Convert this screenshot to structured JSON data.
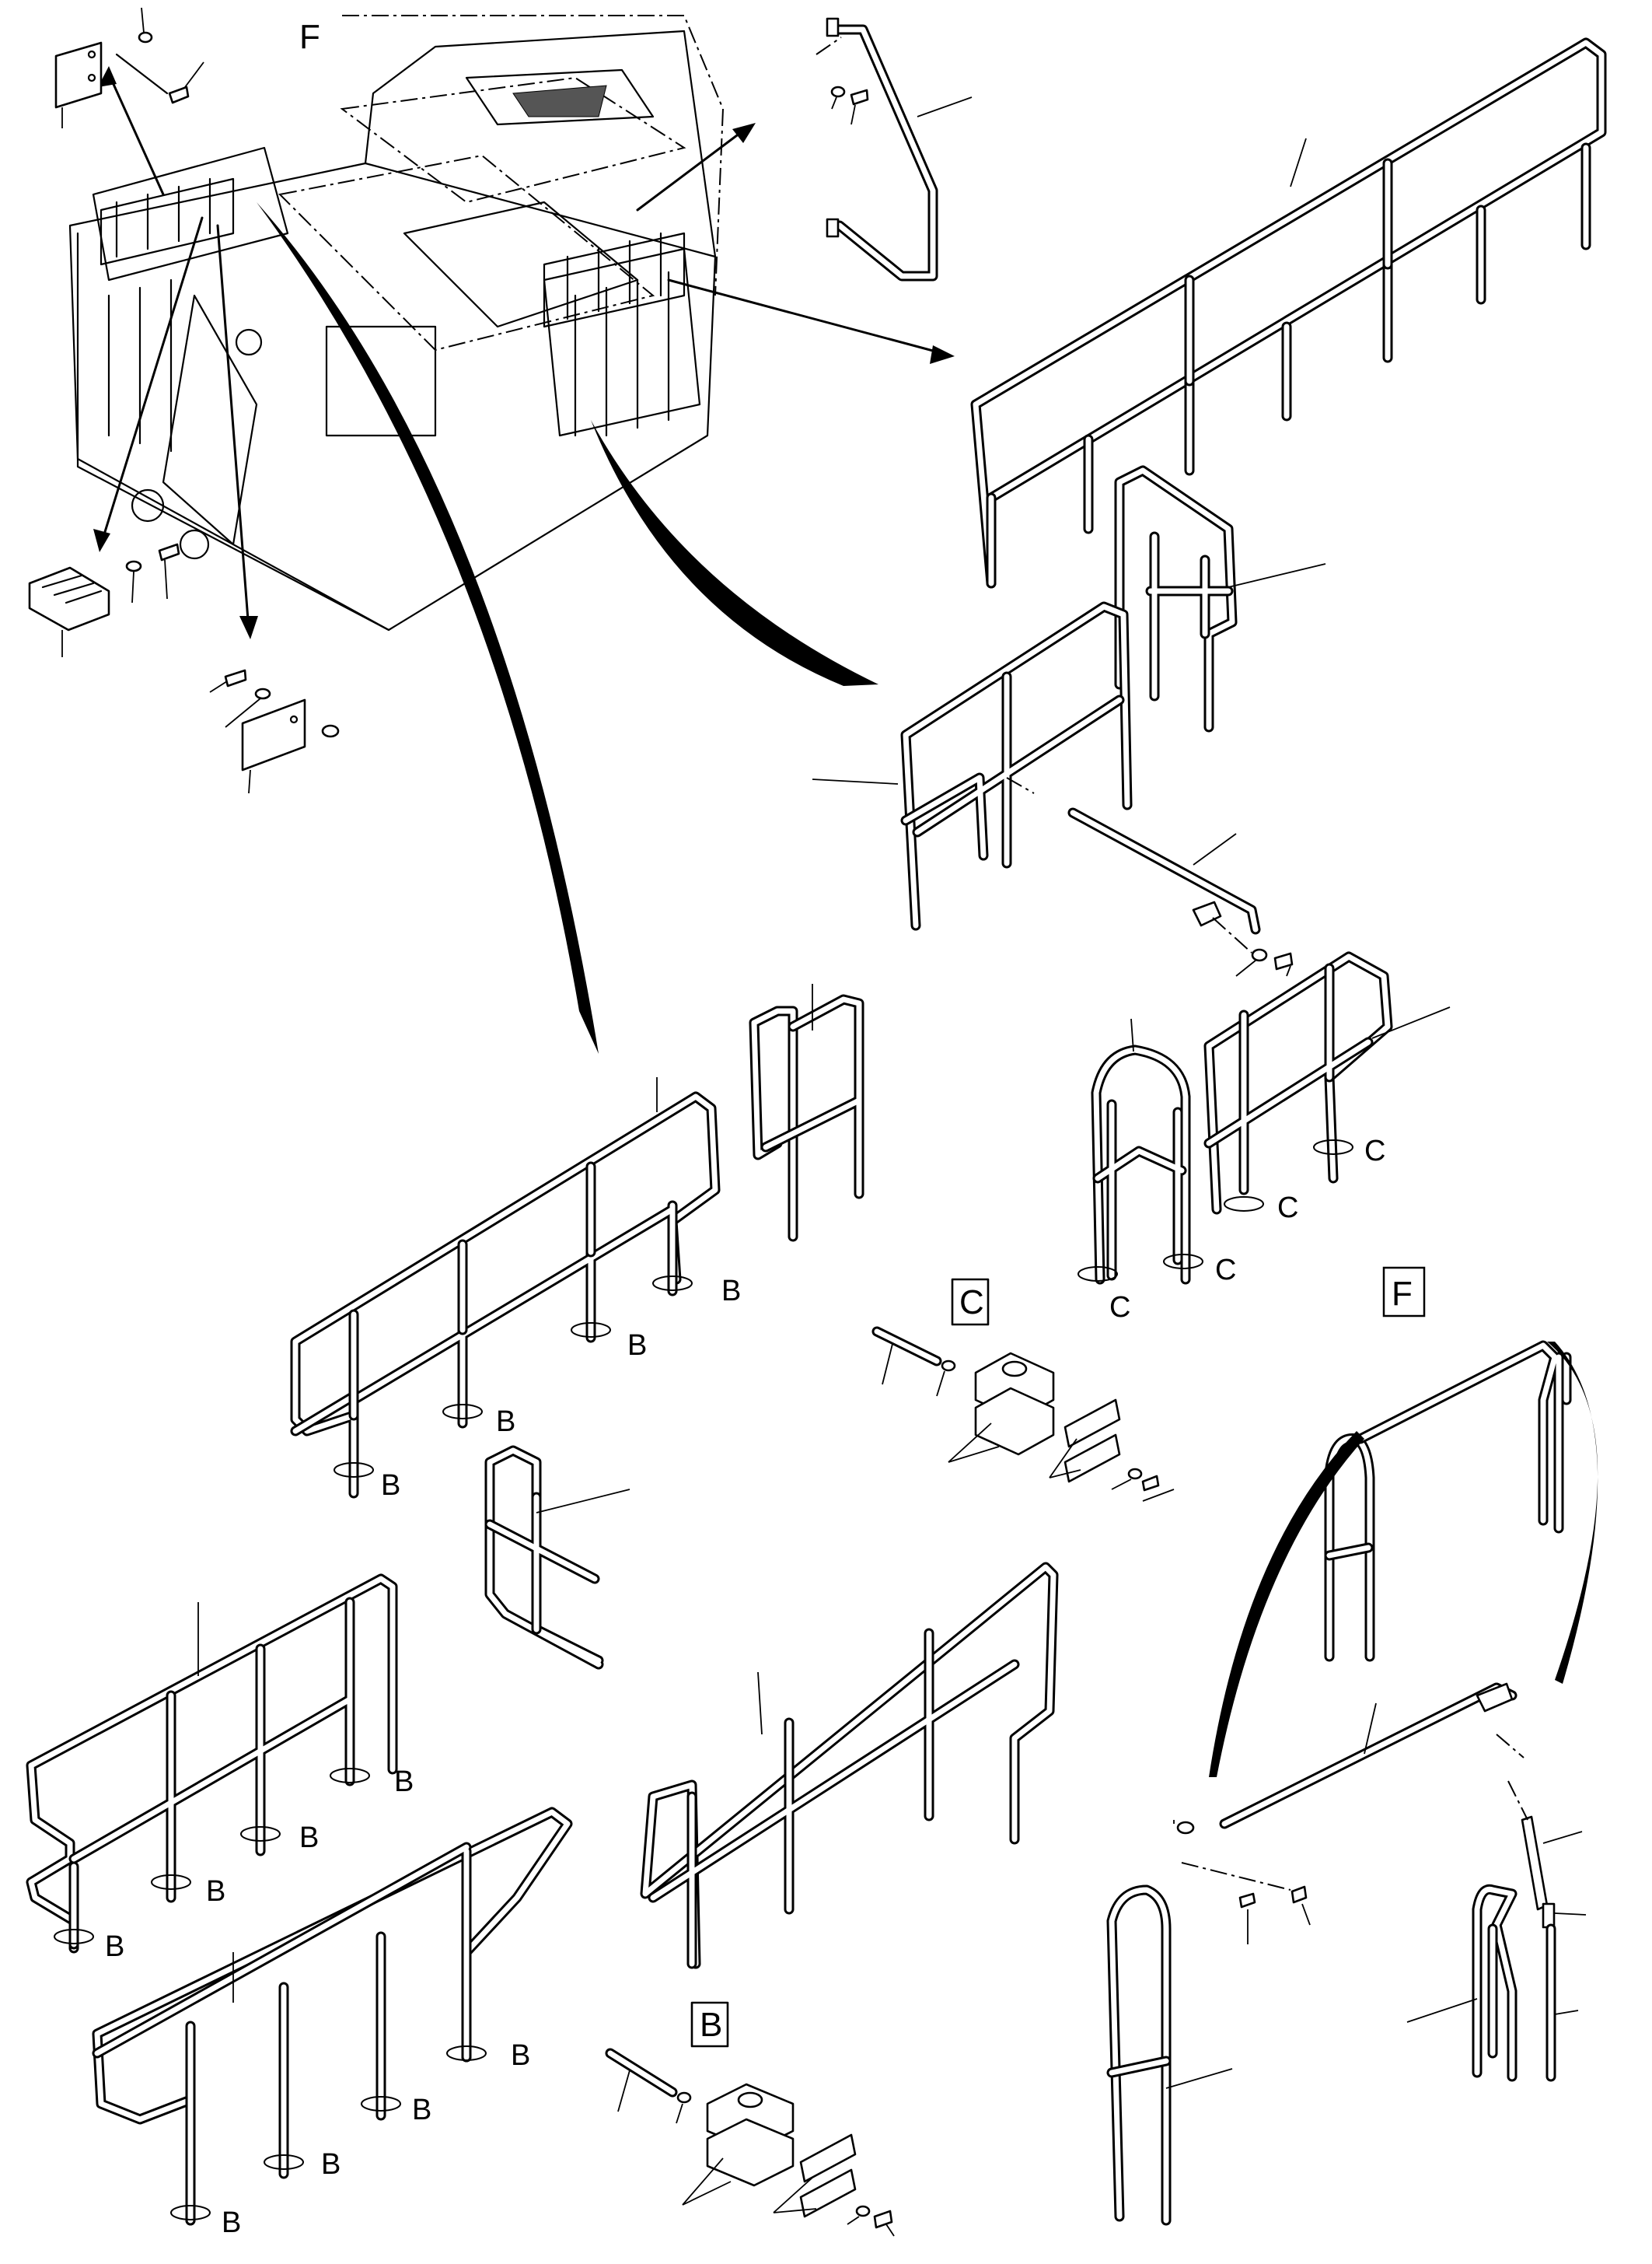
{
  "detail_labels": {
    "top_marker": "F",
    "detail_c": "C",
    "detail_f": "F",
    "detail_b": "B"
  },
  "callout_letters": {
    "b": "B",
    "c": "C"
  }
}
